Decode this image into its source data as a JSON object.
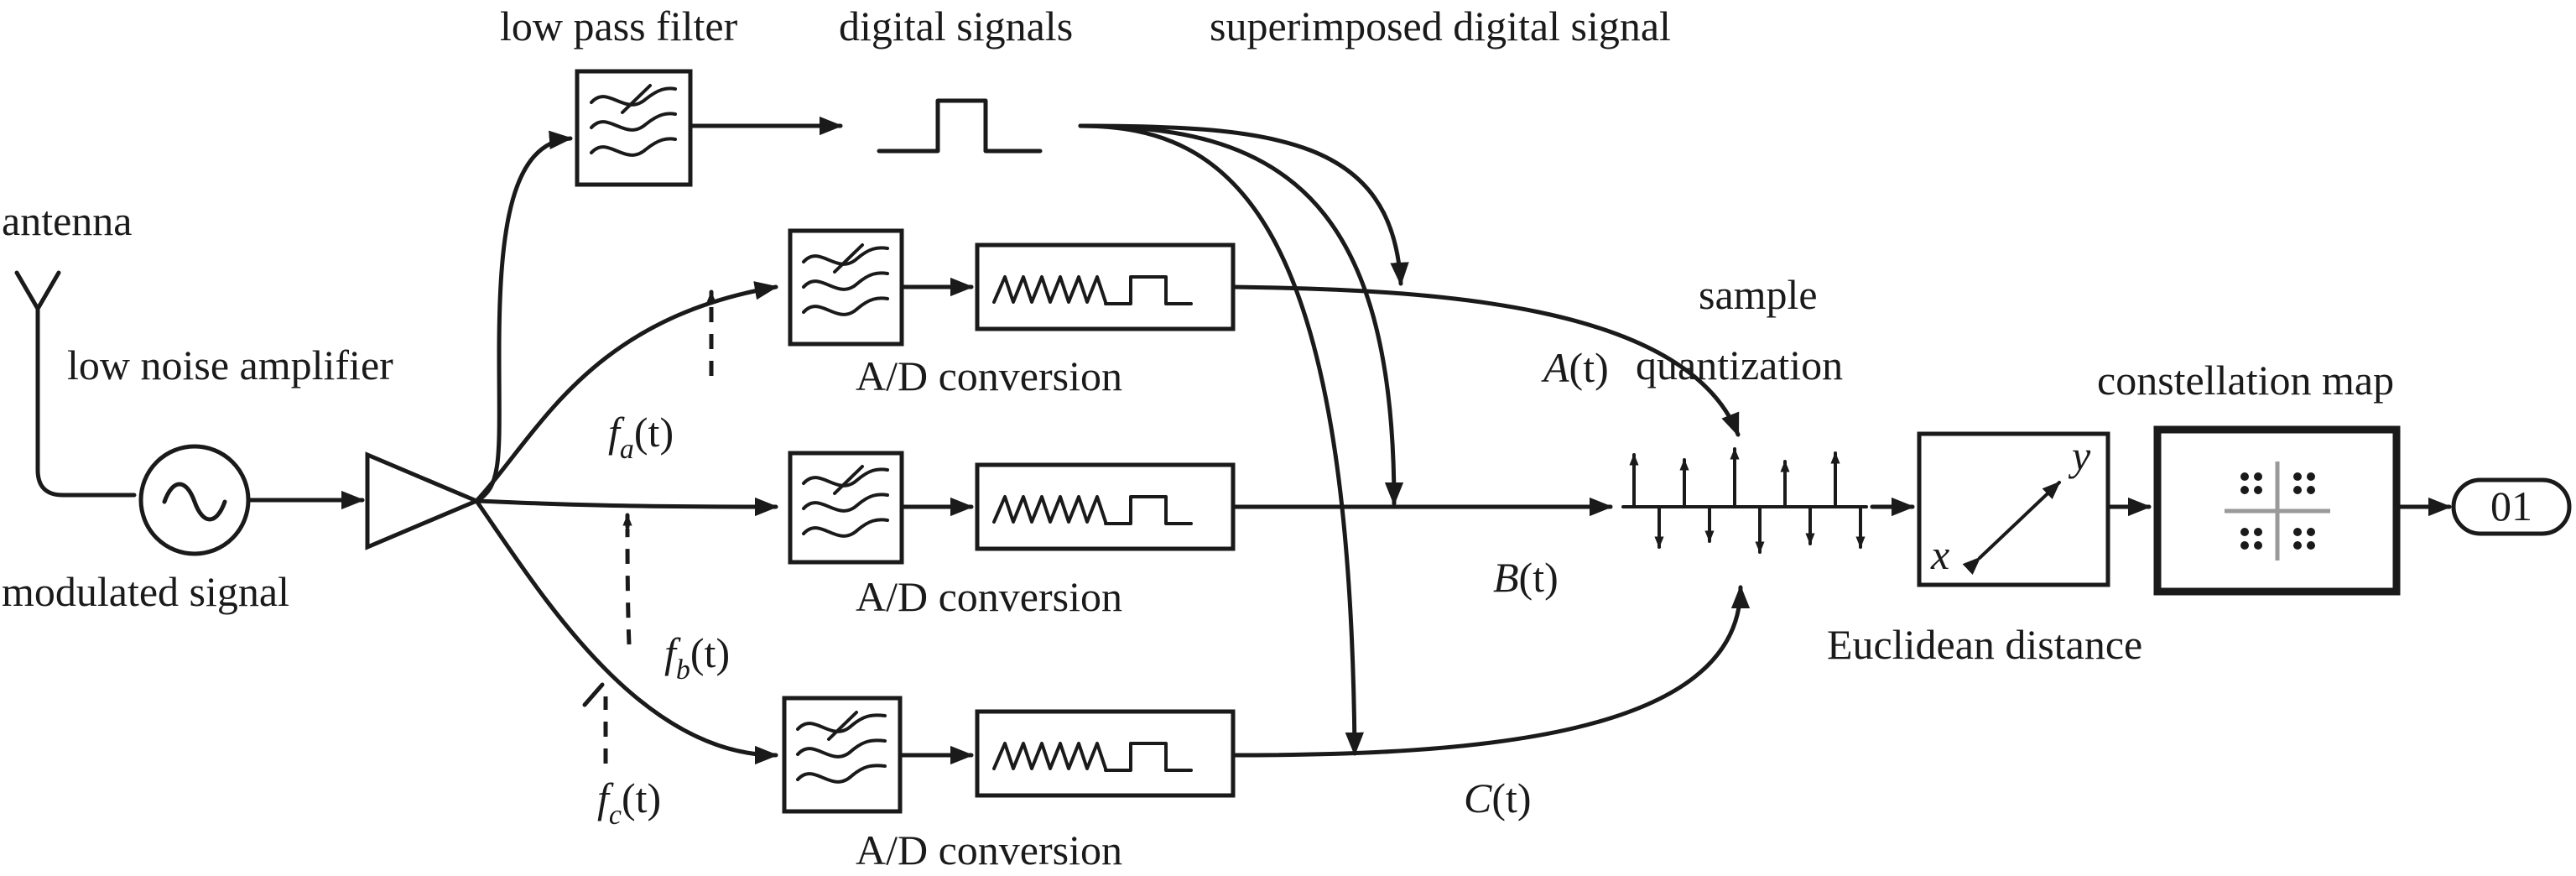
{
  "labels": {
    "antenna": "antenna",
    "low_noise_amplifier": "low noise amplifier",
    "modulated_signal": "modulated signal",
    "low_pass_filter": "low pass filter",
    "digital_signals": "digital signals",
    "superimposed_digital_signal": "superimposed digital signal",
    "ad_conversion_a": "A/D conversion",
    "ad_conversion_b": "A/D conversion",
    "ad_conversion_c": "A/D conversion",
    "sample": "sample",
    "quantization": "quantization",
    "constellation_map": "constellation map",
    "euclidean_distance": "Euclidean distance",
    "output": "01"
  },
  "math": {
    "fa_base": "f",
    "fa_sub": "a",
    "fa_arg": "(t)",
    "fb_base": "f",
    "fb_sub": "b",
    "fb_arg": "(t)",
    "fc_base": "f",
    "fc_sub": "c",
    "fc_arg": "(t)",
    "A_base": "A",
    "A_arg": "(t)",
    "B_base": "B",
    "B_arg": "(t)",
    "C_base": "C",
    "C_arg": "(t)",
    "axis_x": "x",
    "axis_y": "y"
  }
}
